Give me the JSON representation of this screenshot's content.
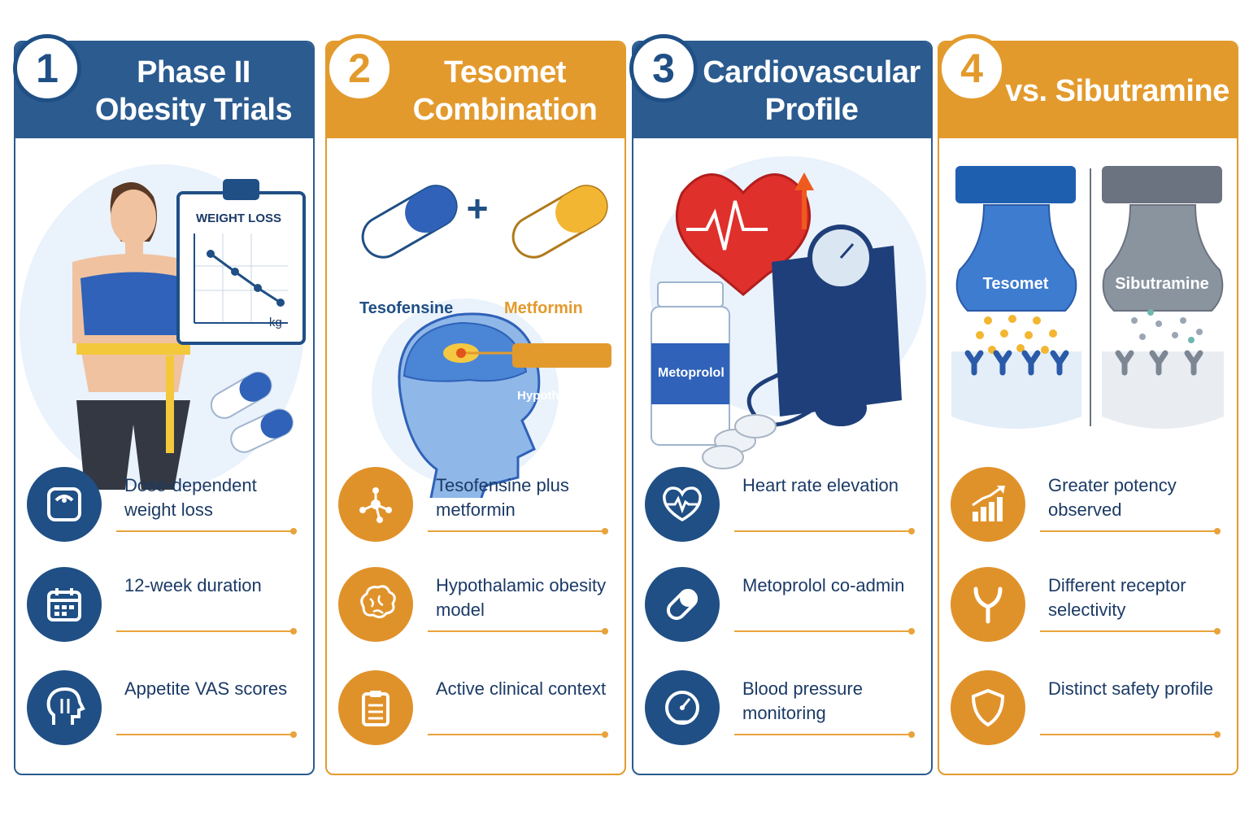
{
  "colors": {
    "navy": "#1f4f85",
    "blue_header": "#2b5b8f",
    "orange": "#e39a2d",
    "light_blue": "#eaf2fb"
  },
  "panels": [
    {
      "number": "1",
      "title": "Phase II Obesity Trials",
      "chart_title": "WEIGHT LOSS",
      "chart_unit": "kg",
      "features": [
        {
          "icon": "scale-icon",
          "text": "Dose-dependent weight loss"
        },
        {
          "icon": "calendar-icon",
          "text": "12-week duration"
        },
        {
          "icon": "appetite-head-icon",
          "text": "Appetite VAS scores"
        }
      ]
    },
    {
      "number": "2",
      "title": "Tesomet Combination",
      "drug_a": "Tesofensine",
      "drug_b": "Metformin",
      "brain_label": "Hypothalamus",
      "features": [
        {
          "icon": "molecule-icon",
          "text": "Tesofensine plus metformin"
        },
        {
          "icon": "brain-icon",
          "text": "Hypothalamic obesity model"
        },
        {
          "icon": "clipboard-icon",
          "text": "Active clinical context"
        }
      ]
    },
    {
      "number": "3",
      "title": "Cardiovascular Profile",
      "bottle_label": "Metoprolol",
      "features": [
        {
          "icon": "heart-pulse-icon",
          "text": "Heart rate elevation"
        },
        {
          "icon": "pill-icon",
          "text": "Metoprolol co-admin"
        },
        {
          "icon": "gauge-icon",
          "text": "Blood pressure monitoring"
        }
      ]
    },
    {
      "number": "4",
      "title": "vs. Sibutramine",
      "left_tag": "Tesomet",
      "right_tag": "Sibutramine",
      "features": [
        {
          "icon": "bar-growth-icon",
          "text": "Greater potency observed"
        },
        {
          "icon": "receptor-icon",
          "text": "Different receptor selectivity"
        },
        {
          "icon": "shield-icon",
          "text": "Distinct safety profile"
        }
      ]
    }
  ]
}
